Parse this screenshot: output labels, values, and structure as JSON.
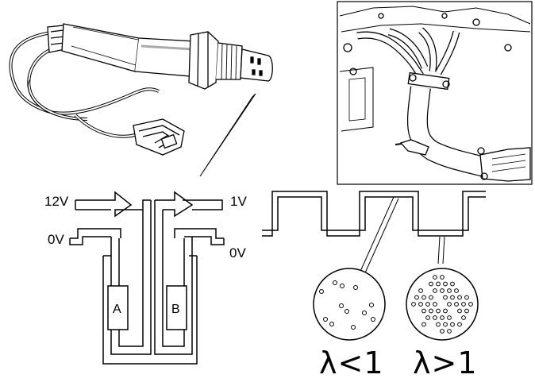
{
  "labels": {
    "voltage_12v": "12V",
    "voltage_0v_left": "0V",
    "voltage_1v": "1V",
    "voltage_0v_right": "0V",
    "element_a": "A",
    "element_b": "B",
    "lambda_rich": "λ<1",
    "lambda_lean": "λ>1"
  },
  "colors": {
    "line": "#000000",
    "fill": "#ffffff",
    "shade": "#d9d9d9"
  }
}
